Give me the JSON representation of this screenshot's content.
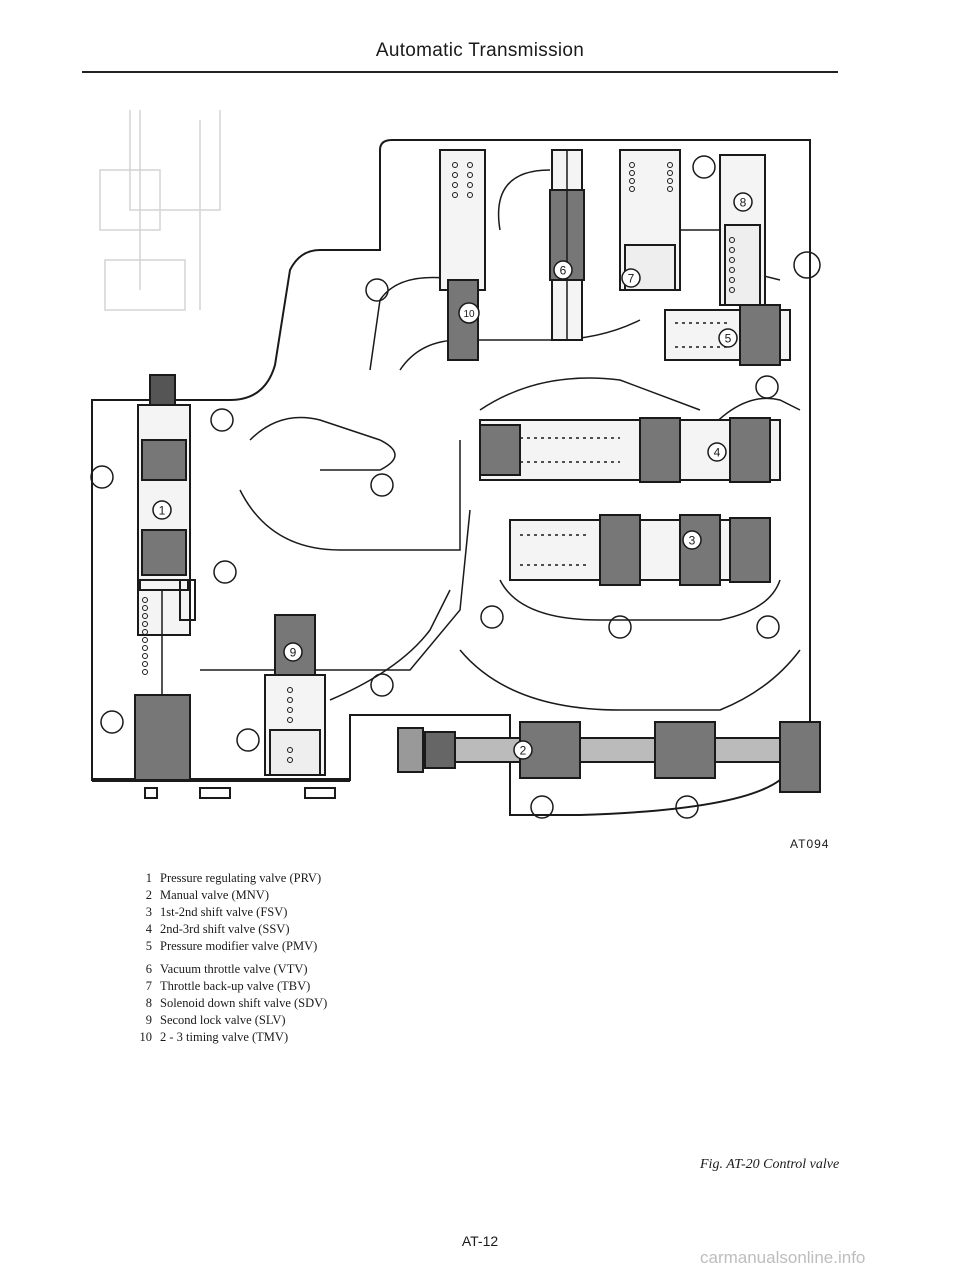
{
  "header": {
    "title": "Automatic Transmission"
  },
  "diagram": {
    "code": "AT094",
    "markers": [
      "1",
      "2",
      "3",
      "4",
      "5",
      "6",
      "7",
      "8",
      "9",
      "10"
    ]
  },
  "legend": [
    {
      "num": "1",
      "text": "Pressure regulating valve (PRV)"
    },
    {
      "num": "2",
      "text": "Manual valve (MNV)"
    },
    {
      "num": "3",
      "text": "1st-2nd shift valve (FSV)"
    },
    {
      "num": "4",
      "text": "2nd-3rd shift valve (SSV)"
    },
    {
      "num": "5",
      "text": "Pressure modifier valve (PMV)"
    },
    {
      "num": "6",
      "text": "Vacuum throttle valve (VTV)"
    },
    {
      "num": "7",
      "text": "Throttle back-up valve (TBV)"
    },
    {
      "num": "8",
      "text": "Solenoid down shift valve (SDV)"
    },
    {
      "num": "9",
      "text": "Second lock valve (SLV)"
    },
    {
      "num": "10",
      "text": "2 - 3 timing valve (TMV)"
    }
  ],
  "caption": "Fig. AT-20 Control valve",
  "footer": {
    "page_number": "AT-12",
    "watermark": "carmanualsonline.info"
  }
}
